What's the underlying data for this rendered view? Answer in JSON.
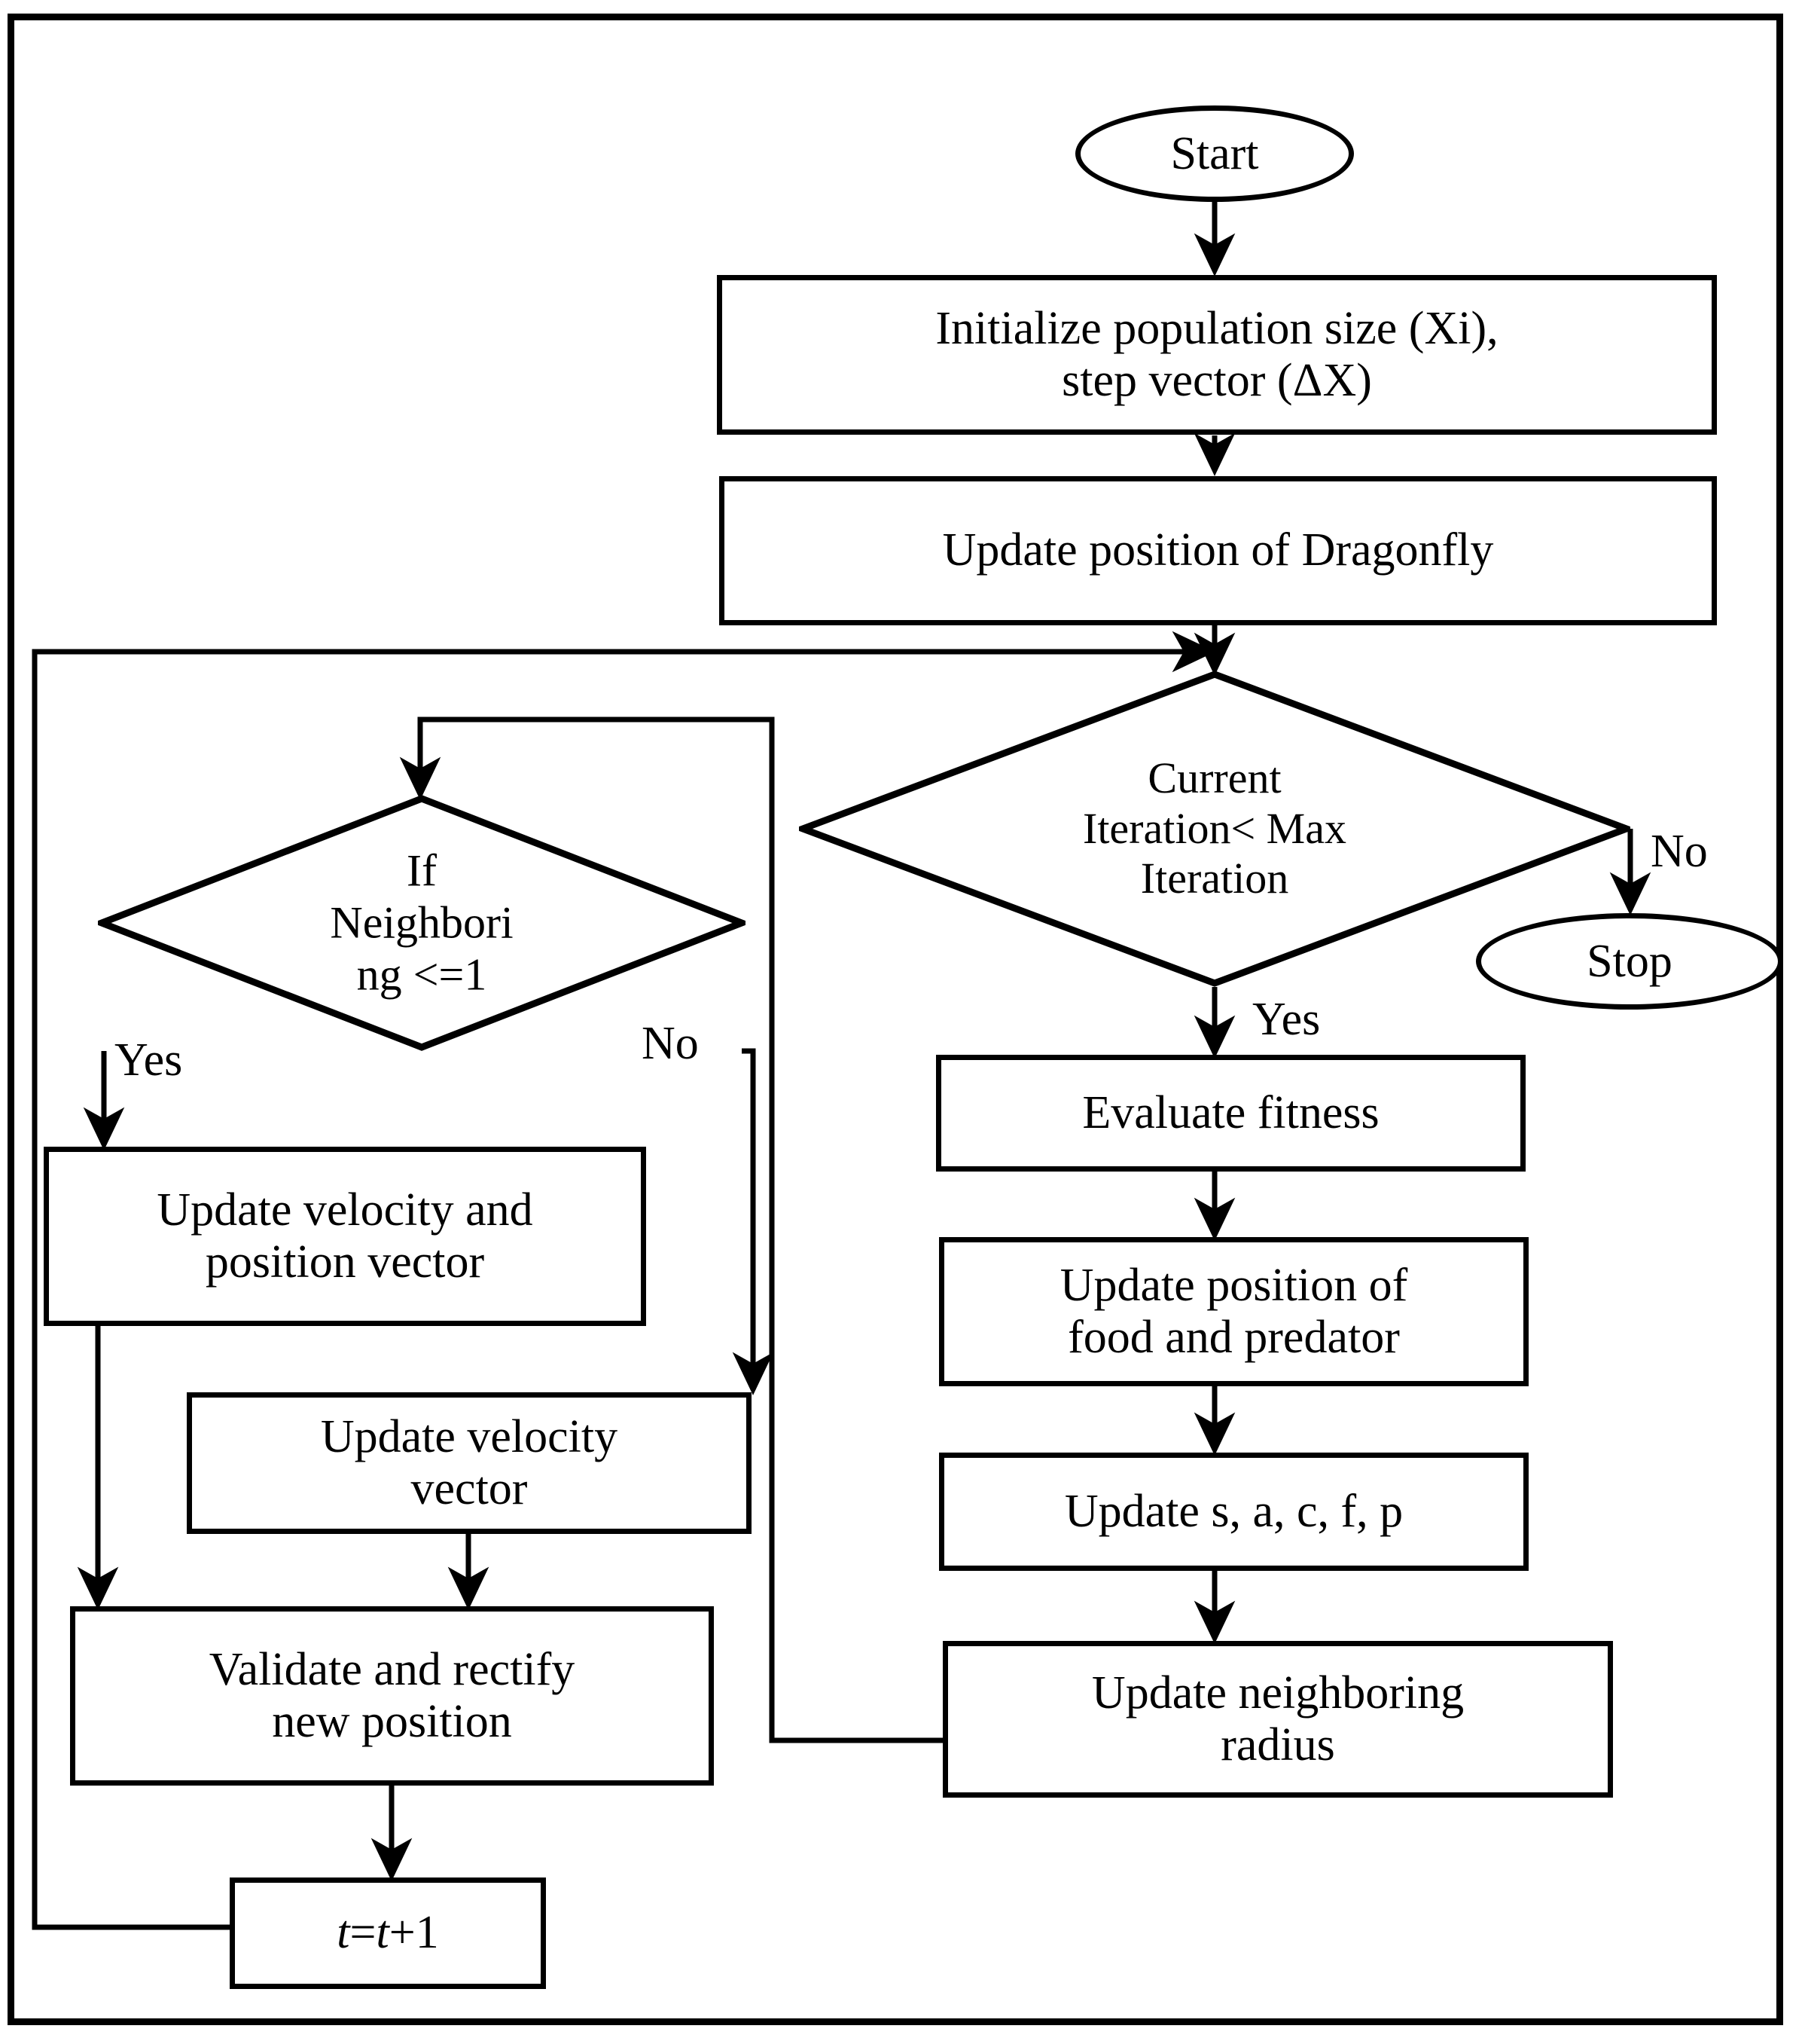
{
  "diagram": {
    "title": "Dragonfly Algorithm Flowchart",
    "type": "flowchart",
    "stroke_color": "#000000",
    "background_color": "#ffffff",
    "nodes": [
      {
        "id": "start",
        "shape": "ellipse",
        "label": "Start"
      },
      {
        "id": "init",
        "shape": "rectangle",
        "label": "Initialize population size (Xi), step vector (ΔX)",
        "line1": "Initialize population size (Xi),",
        "line2": "step vector (ΔX)"
      },
      {
        "id": "update_pos",
        "shape": "rectangle",
        "label": "Update position of Dragonfly"
      },
      {
        "id": "iter_check",
        "shape": "diamond",
        "label": "Current Iteration< Max Iteration",
        "line1": "Current",
        "line2": "Iteration< Max",
        "line3": "Iteration"
      },
      {
        "id": "stop",
        "shape": "ellipse",
        "label": "Stop"
      },
      {
        "id": "eval_fitness",
        "shape": "rectangle",
        "label": "Evaluate fitness"
      },
      {
        "id": "food_pred",
        "shape": "rectangle",
        "label": "Update position of food and predator",
        "line1": "Update position of",
        "line2": "food and predator"
      },
      {
        "id": "sacfp",
        "shape": "rectangle",
        "label": "Update s, a, c, f, p"
      },
      {
        "id": "neigh_radius",
        "shape": "rectangle",
        "label": "Update neighboring radius",
        "line1": "Update neighboring",
        "line2": "radius"
      },
      {
        "id": "neigh_check",
        "shape": "diamond",
        "label": "If Neighboring <=1",
        "line1": "If",
        "line2": "Neighbori",
        "line3": "ng <=1"
      },
      {
        "id": "vel_pos",
        "shape": "rectangle",
        "label": "Update velocity and position vector",
        "line1": "Update velocity and",
        "line2": "position vector"
      },
      {
        "id": "vel_only",
        "shape": "rectangle",
        "label": "Update velocity vector",
        "line1": "Update velocity",
        "line2": "vector"
      },
      {
        "id": "validate",
        "shape": "rectangle",
        "label": "Validate and rectify new position",
        "line1": "Validate and rectify",
        "line2": "new position"
      },
      {
        "id": "increment",
        "shape": "rectangle",
        "label": "t=t+1",
        "parts": {
          "t1": "t",
          "eq": "=",
          "t2": "t",
          "plus": "+1"
        }
      }
    ],
    "edge_labels": {
      "iter_no": "No",
      "iter_yes": "Yes",
      "neigh_yes": "Yes",
      "neigh_no": "No"
    }
  }
}
